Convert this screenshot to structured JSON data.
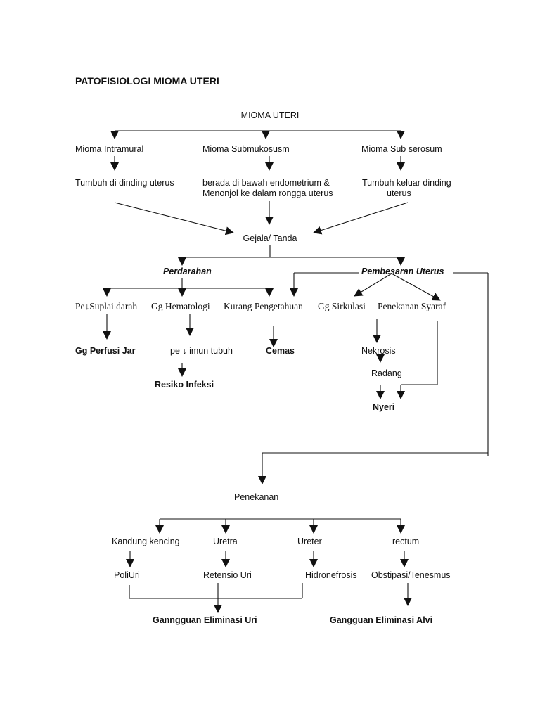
{
  "title": "PATOFISIOLOGI MIOMA UTERI",
  "root": "MIOMA UTERI",
  "types": {
    "intramural": "Mioma Intramural",
    "submukosum": "Mioma Submukosusm",
    "subserosum": "Mioma Sub serosum"
  },
  "effects": {
    "intramural": "Tumbuh di dinding uterus",
    "submukosum_1": "berada di bawah endometrium &",
    "submukosum_2": "Menonjol ke dalam rongga uterus",
    "subserosum_1": "Tumbuh keluar dinding",
    "subserosum_2": "uterus"
  },
  "symptoms": "Gejala/ Tanda",
  "perdarahan": {
    "label": "Perdarahan",
    "children": {
      "suplai": "Pe↓Suplai darah",
      "hematologi": "Gg Hematologi",
      "pengetahuan": "Kurang Pengetahuan"
    },
    "perfusi": "Gg Perfusi Jar",
    "imun": "pe  ↓ imun tubuh",
    "infeksi": "Resiko Infeksi",
    "cemas": "Cemas"
  },
  "pembesaran": {
    "label": "Pembesaran Uterus",
    "sirkulasi": "Gg Sirkulasi",
    "syaraf": "Penekanan Syaraf",
    "nekrosis": "Nekrosis",
    "radang": "Radang",
    "nyeri": "Nyeri"
  },
  "penekanan": {
    "label": "Penekanan",
    "kandung": "Kandung kencing",
    "uretra": "Uretra",
    "ureter": "Ureter",
    "rectum": "rectum",
    "poliuri": "PoliUri",
    "retensio": "Retensio Uri",
    "hidronefrosis": "Hidronefrosis",
    "obstipasi": "Obstipasi/Tenesmus",
    "eliminasi_uri": "Ganngguan Eliminasi Uri",
    "eliminasi_alvi": "Gangguan Eliminasi Alvi"
  }
}
